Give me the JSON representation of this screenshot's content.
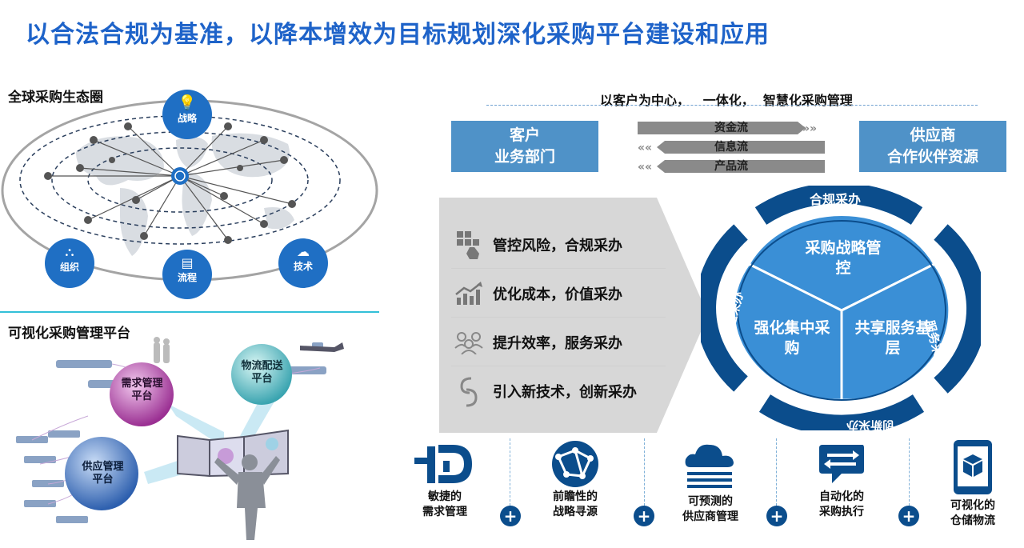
{
  "title": "以合法合规为基准，以降本增效为目标规划深化采购平台建设和应用",
  "ecosystem": {
    "label": "全球采购生态圈",
    "nodes": {
      "strategy": "战略",
      "organization": "组织",
      "process": "流程",
      "technology": "技术"
    }
  },
  "platform": {
    "label": "可视化采购管理平台",
    "spheres": {
      "demand": "需求管理平台",
      "logistics": "物流配送平台",
      "supply": "供应管理平台"
    }
  },
  "core": {
    "tagline": "以客户为中心，   一体化，  智慧化采购管理",
    "customer": {
      "line1": "客户",
      "line2": "业务部门"
    },
    "supplier": {
      "line1": "供应商",
      "line2": "合作伙伴资源"
    },
    "flows": [
      "资金流",
      "信息流",
      "产品流"
    ]
  },
  "list": [
    {
      "icon": "blocks-hand-icon",
      "text": "管控风险，合规采办"
    },
    {
      "icon": "chart-up-icon",
      "text": "优化成本，价值采办"
    },
    {
      "icon": "people-icon",
      "text": "提升效率，服务采办"
    },
    {
      "icon": "link-icon",
      "text": "引入新技术，创新采办"
    }
  ],
  "wheel": {
    "outer": [
      "合规采办",
      "服务采办",
      "创新采办",
      "价值采办"
    ],
    "inner": {
      "top": "采购战略管控",
      "left": "强化集中采购",
      "right": "共享服务基层"
    }
  },
  "bottom": [
    {
      "icon": "demand-d-icon",
      "line1": "敏捷的",
      "line2": "需求管理"
    },
    {
      "icon": "globe-network-icon",
      "line1": "前瞻性的",
      "line2": "战略寻源"
    },
    {
      "icon": "cloud-icon",
      "line1": "可预测的",
      "line2": "供应商管理"
    },
    {
      "icon": "chat-arrows-icon",
      "line1": "自动化的",
      "line2": "采购执行"
    },
    {
      "icon": "tablet-box-icon",
      "line1": "可视化的",
      "line2": "仓储物流"
    }
  ],
  "colors": {
    "title": "#1e63c9",
    "box": "#4f92c8",
    "wheel_dark": "#0b4d8c",
    "wheel_light": "#3a8fd6",
    "cyan": "#33c0d8"
  }
}
